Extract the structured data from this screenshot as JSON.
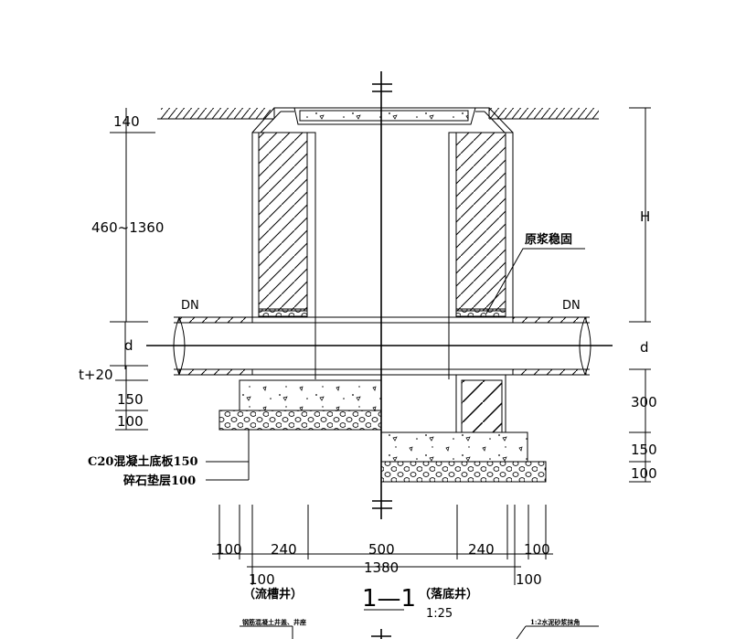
{
  "drawing": {
    "left_dims": {
      "d140": "140",
      "d460_1360": "460~1360",
      "d_t20": "t+20",
      "d150": "150",
      "d100": "100"
    },
    "right_dims": {
      "H": "H",
      "d300": "300",
      "d150": "150",
      "d100": "100"
    },
    "pipe": {
      "dn_left": "DN",
      "dn_right": "DN",
      "d_left": "d",
      "d_right": "d"
    },
    "notes": {
      "original_slurry": "原浆稳固",
      "c20_slab": "C20混凝土底板150",
      "gravel_layer": "碎石垫层100",
      "note_left_tiny": "钢筋混凝土井盖、井座",
      "note_right_tiny": "1:2水泥砂浆抹角"
    },
    "bottom_dims": {
      "a100": "100",
      "a240": "240",
      "a500": "500",
      "b240": "240",
      "b100": "100",
      "total": "1380",
      "lower_left_100": "100",
      "lower_right_100": "100"
    },
    "labels": {
      "flow_channel": "（流槽井）",
      "drop_bottom": "（落底井）",
      "section": "1—1",
      "scale": "1:25"
    },
    "colors": {
      "line": "#000000",
      "background": "#ffffff"
    }
  }
}
